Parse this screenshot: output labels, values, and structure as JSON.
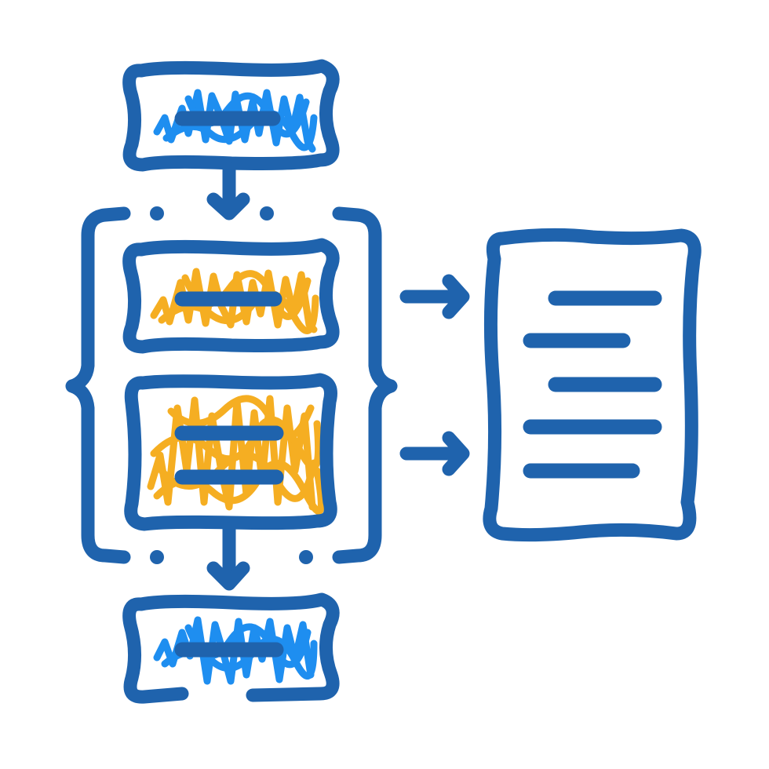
{
  "colors": {
    "outline": "#1f63ad",
    "scribble_blue": "#1e8ef0",
    "scribble_yellow": "#f5ae22",
    "background": "#ffffff"
  },
  "icon": {
    "name": "data-processing-flow-icon",
    "input_block_fill": "scribble_blue",
    "processed_block_fill": "scribble_yellow",
    "output_block_fill": "scribble_blue",
    "document_lines": 5
  }
}
